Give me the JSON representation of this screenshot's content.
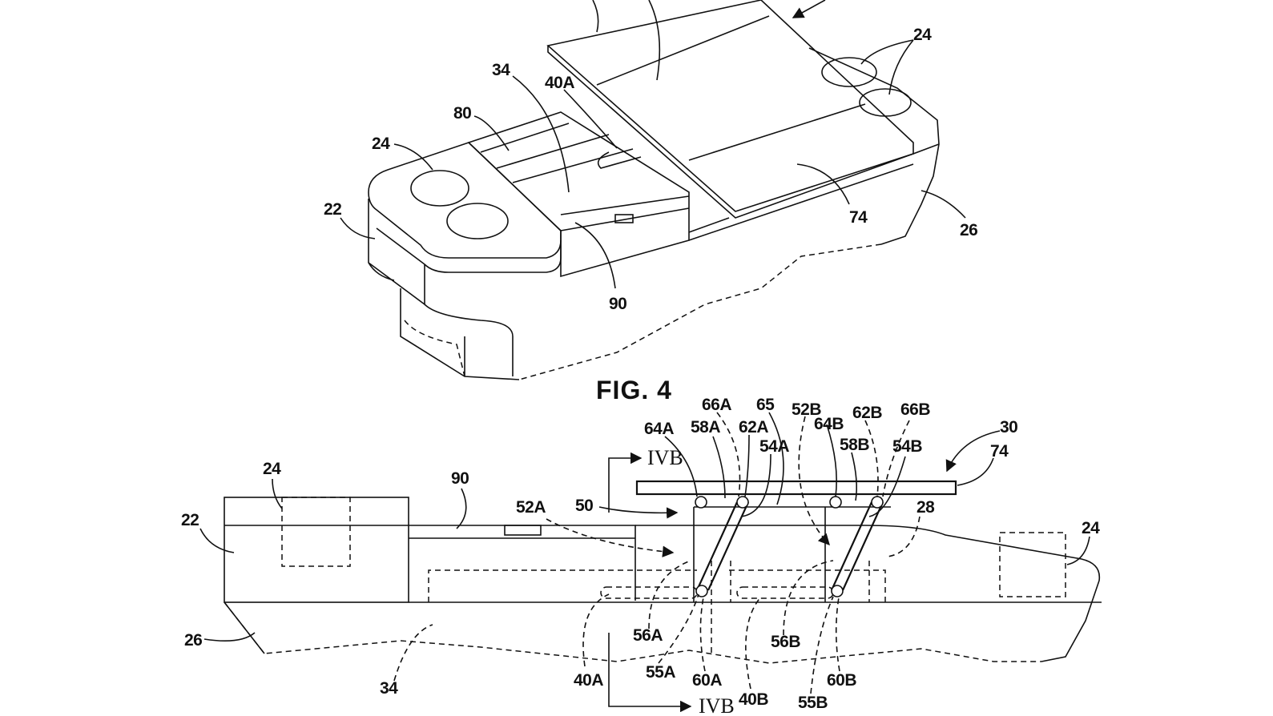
{
  "figure_label": "FIG. 4",
  "section_labels": {
    "top": "IVB",
    "bottom": "IVB"
  },
  "top_view_refs": {
    "r24_left": "24",
    "r24_right": "24",
    "r80": "80",
    "r34": "34",
    "r40A": "40A",
    "r22": "22",
    "r90": "90",
    "r74": "74",
    "r26": "26"
  },
  "side_view_refs": {
    "r24_a": "24",
    "r22": "22",
    "r90": "90",
    "r52A": "52A",
    "r50": "50",
    "r64A": "64A",
    "r66A": "66A",
    "r58A": "58A",
    "r62A": "62A",
    "r65": "65",
    "r54A": "54A",
    "r52B": "52B",
    "r64B": "64B",
    "r62B": "62B",
    "r58B": "58B",
    "r66B": "66B",
    "r54B": "54B",
    "r30": "30",
    "r74": "74",
    "r28": "28",
    "r24_b": "24",
    "r26": "26",
    "r34": "34",
    "r40A": "40A",
    "r56A": "56A",
    "r55A": "55A",
    "r60A": "60A",
    "r40B": "40B",
    "r56B": "56B",
    "r55B": "55B",
    "r60B": "60B"
  }
}
